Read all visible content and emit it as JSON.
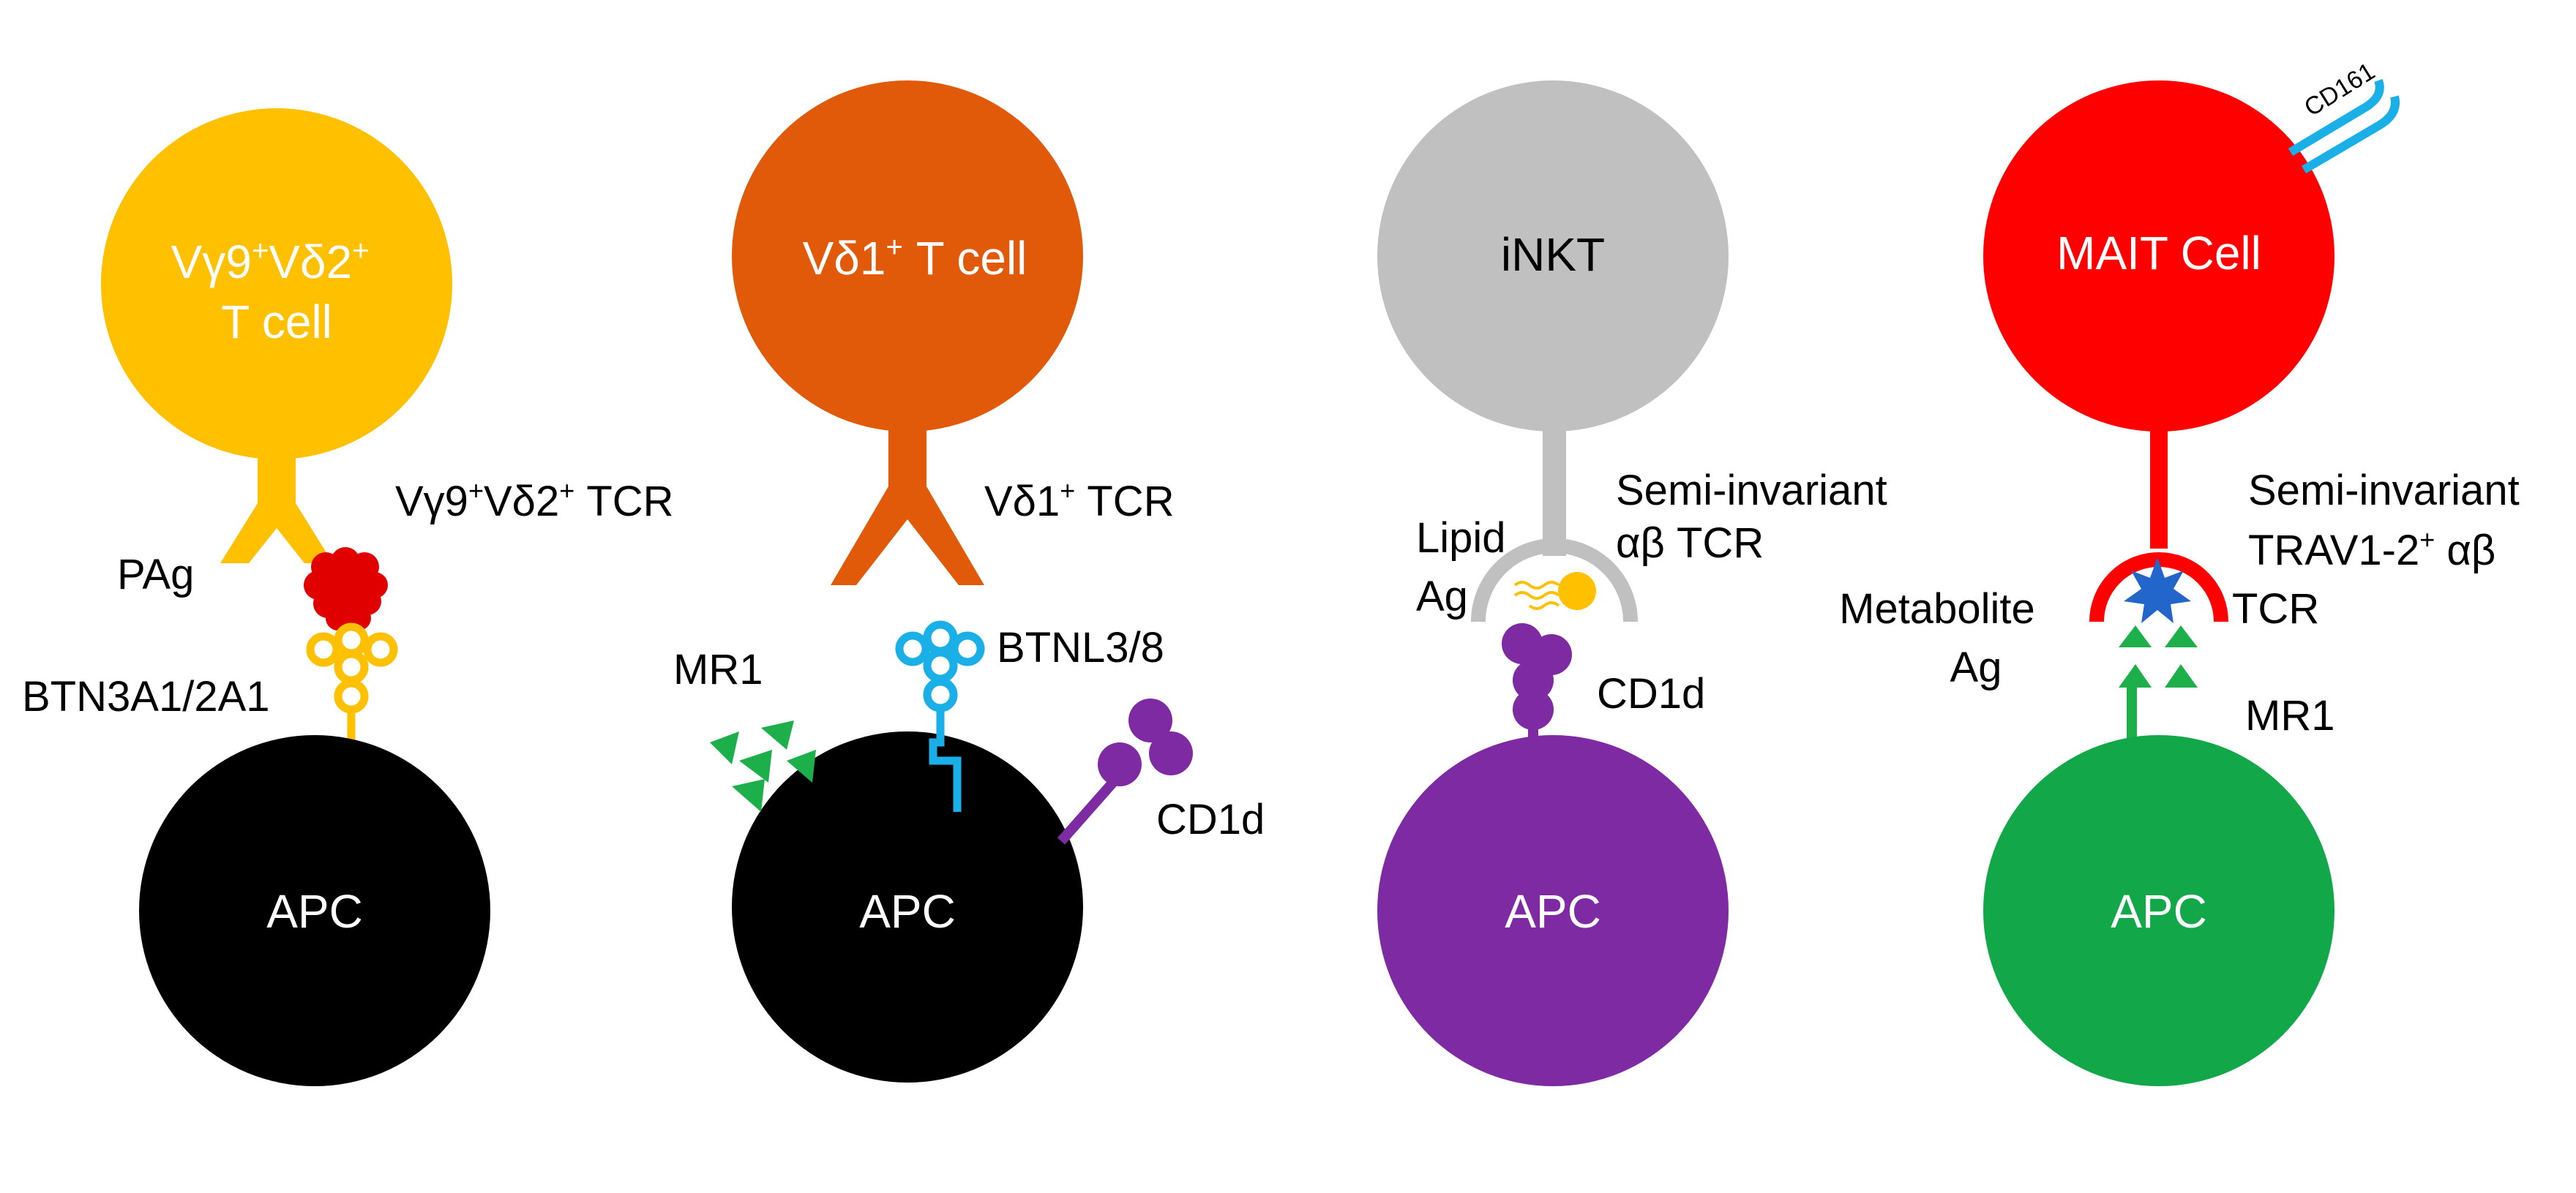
{
  "colors": {
    "vg9vd2": "#FFC000",
    "vd1": "#E05A0A",
    "inkt": "#C0C0C0",
    "mait": "#FF0000",
    "apc_black": "#000000",
    "apc_purple": "#7E2AA2",
    "apc_green": "#12A84A",
    "btn3a": "#FFC000",
    "pag": "#E00000",
    "btnl": "#1AAFE6",
    "cd1d": "#7E2AA2",
    "mr1": "#1DAF4A",
    "lipid_ag": "#FFC000",
    "metabolite_ag": "#2266CC",
    "cd161": "#1AAFE6"
  },
  "panels": [
    {
      "name": "vg9vd2",
      "cell_label": {
        "prefix": "Vγ9",
        "sup1": "+",
        "mid": "Vδ2",
        "sup2": "+",
        "line2": "T cell"
      },
      "tcr_label": {
        "prefix": "Vγ9",
        "sup1": "+",
        "mid": "Vδ2",
        "sup2": "+",
        "suffix": " TCR"
      },
      "labels": {
        "pag": "PAg",
        "btn": "BTN3A1/2A1"
      },
      "apc_label": "APC"
    },
    {
      "name": "vd1",
      "cell_label": {
        "prefix": "Vδ1",
        "sup": "+",
        "suffix": " T cell"
      },
      "tcr_label": {
        "prefix": "Vδ1",
        "sup": "+",
        "suffix": " TCR"
      },
      "labels": {
        "mr1": "MR1",
        "btnl": "BTNL3/8",
        "cd1d": "CD1d"
      },
      "apc_label": "APC"
    },
    {
      "name": "inkt",
      "cell_label": "iNKT",
      "tcr_label": {
        "line1": "Semi-invariant",
        "line2": "αβ TCR"
      },
      "labels": {
        "lipid1": "Lipid",
        "lipid2": "Ag",
        "cd1d": "CD1d"
      },
      "apc_label": "APC"
    },
    {
      "name": "mait",
      "cell_label": "MAIT Cell",
      "cd161": "CD161",
      "tcr_label": {
        "line1": "Semi-invariant",
        "line2a": "TRAV1-2",
        "sup": "+",
        "line2b": " αβ",
        "line3": "TCR"
      },
      "labels": {
        "metab1": "Metabolite",
        "metab2": "Ag",
        "mr1": "MR1"
      },
      "apc_label": "APC"
    }
  ]
}
